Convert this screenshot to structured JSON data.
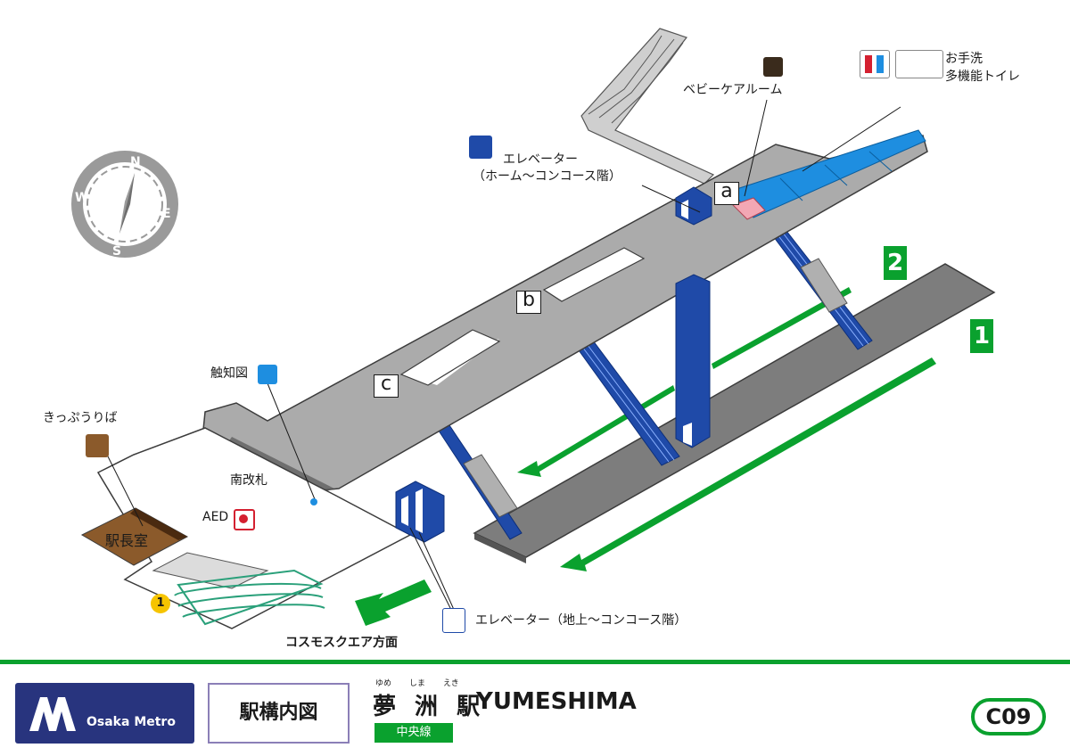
{
  "labels": {
    "baby_care": "ベビーケアルーム",
    "toilet_line1": "お手洗",
    "toilet_line2": "多機能トイレ",
    "elevator_platform_line1": "エレベーター",
    "elevator_platform_line2": "（ホーム〜コンコース階）",
    "tactile_map": "触知図",
    "ticket_sales": "きっぷうりば",
    "south_gate": "南改札",
    "aed": "AED",
    "station_office": "駅長室",
    "exit_direction": "コスモスクエア方面",
    "elevator_ground": "エレベーター（地上〜コンコース階）"
  },
  "markers": {
    "a": "a",
    "b": "b",
    "c": "c"
  },
  "tracks": {
    "track2": "2",
    "track1": "1"
  },
  "exit_number": "1",
  "compass": {
    "n": "N",
    "e": "E",
    "s": "S",
    "w": "W"
  },
  "footer": {
    "logo_text": "Osaka Metro",
    "doc_title": "駅構内図",
    "station_name": "夢 洲 駅",
    "station_roman": "YUMESHIMA",
    "furigana": [
      "ゆめ",
      "しま",
      "えき"
    ],
    "line_name": "中央線",
    "station_code": "C09"
  },
  "colors": {
    "brand_green": "#0aa12e",
    "elevator_blue": "#1f4aa8",
    "toilet_blue": "#1e8ee0",
    "office_brown": "#8b5a2b",
    "metro_navy": "#28347e",
    "exit_yellow": "#f6c400"
  }
}
